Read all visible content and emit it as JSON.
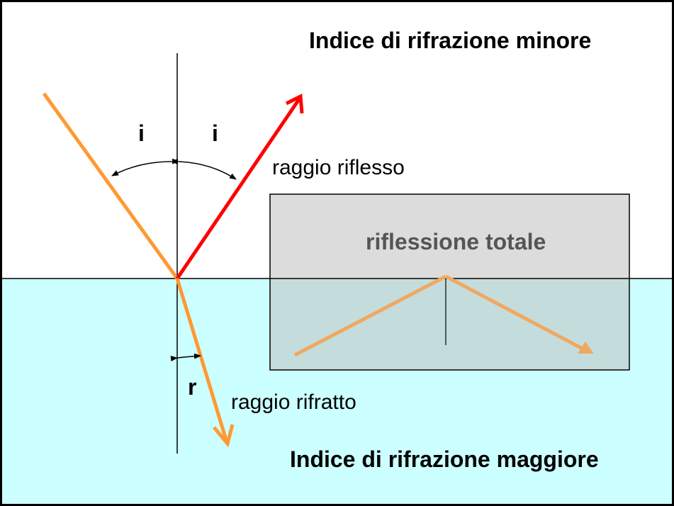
{
  "labels": {
    "upper_medium": "Indice di rifrazione minore",
    "lower_medium": "Indice di rifrazione maggiore",
    "reflected_ray": "raggio riflesso",
    "refracted_ray": "raggio rifratto",
    "incidence_angle_left": "i",
    "incidence_angle_right": "i",
    "refraction_angle": "r",
    "total_reflection": "riflessione totale"
  },
  "colors": {
    "upper_medium_fill": "#ffffff",
    "lower_medium_fill": "#ccffff",
    "incident_ray": "#ff9933",
    "reflected_ray": "#ff0000",
    "refracted_ray": "#ff9933",
    "inset_box_fill": "#c0c0c0",
    "inset_box_title": "#555555",
    "inset_ray": "#f0a860",
    "lines": "#000000"
  }
}
